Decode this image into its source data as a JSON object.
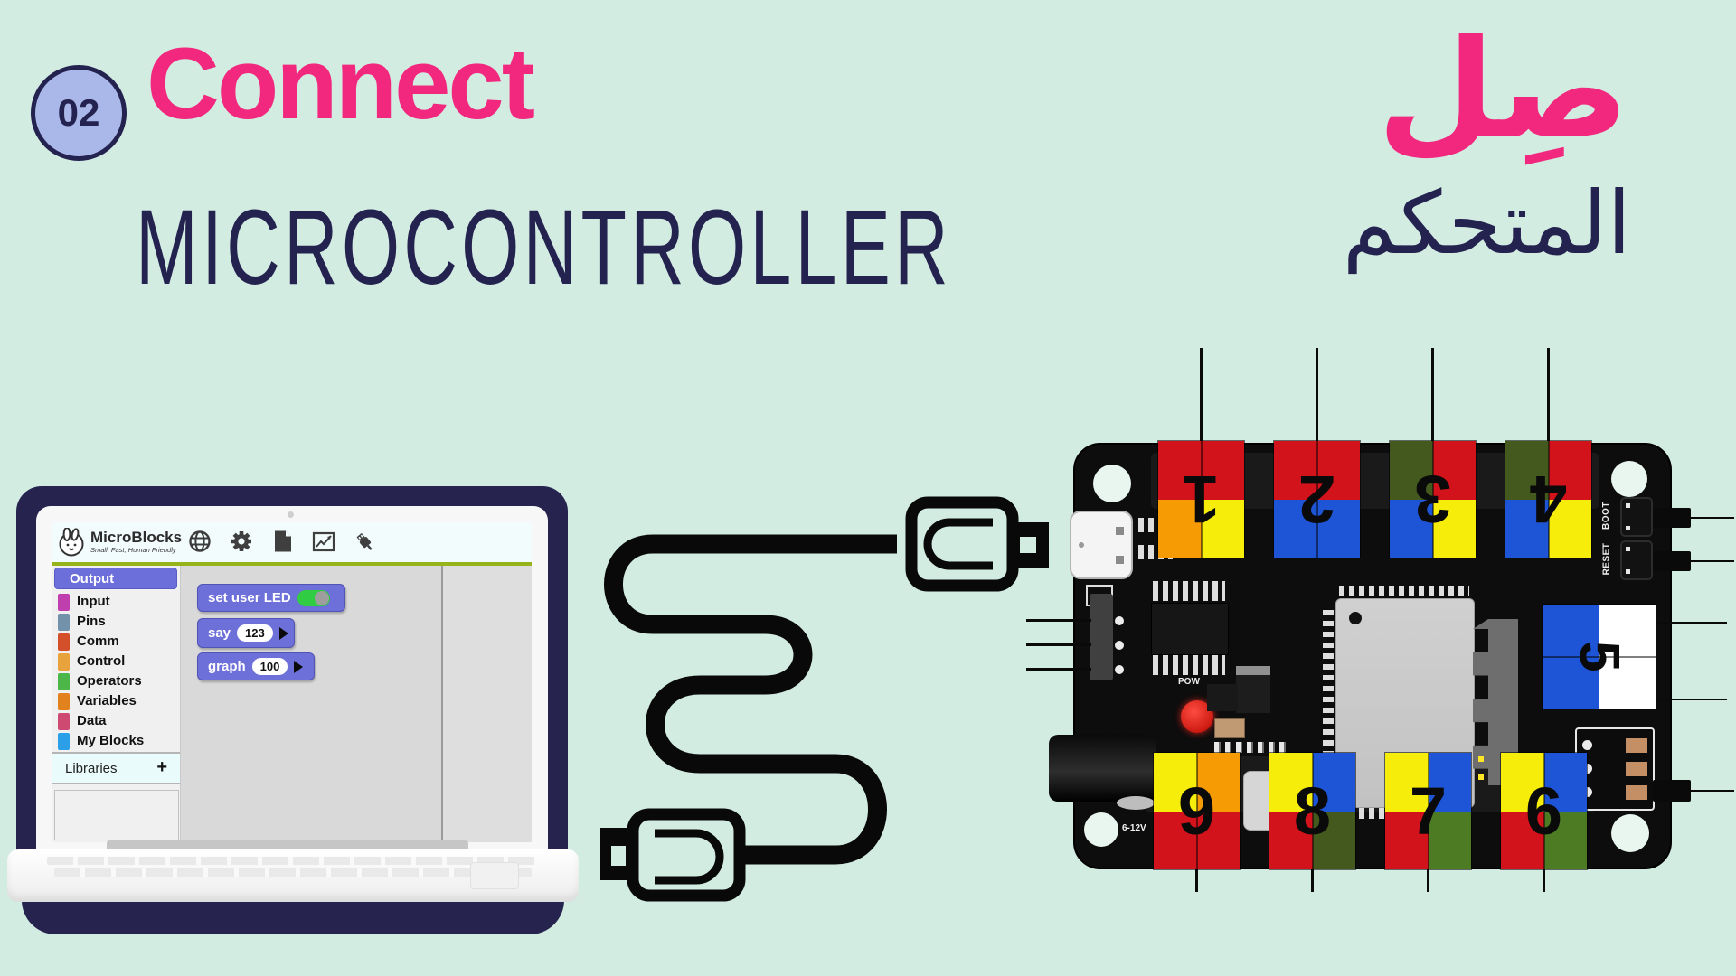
{
  "slide": {
    "badge": "02",
    "title": "Connect",
    "subtitle": "MICROCONTROLLER",
    "title_ar": "صِل",
    "subtitle_ar": "المتحكم"
  },
  "colors": {
    "background": "#d3ece2",
    "accent_pink": "#f2277e",
    "navy": "#24224f",
    "block_purple": "#6e70d9",
    "menu_green_bar": "#97b31c"
  },
  "microblocks": {
    "app_name": "MicroBlocks",
    "tagline": "Small, Fast, Human Friendly",
    "menu_icons": [
      "globe-icon",
      "gear-icon",
      "file-icon",
      "graph-icon",
      "usb-plug-icon"
    ],
    "selected_category": "Output",
    "categories": [
      {
        "label": "Output",
        "color": "#6c6ed9"
      },
      {
        "label": "Input",
        "color": "#bf3fae"
      },
      {
        "label": "Pins",
        "color": "#7391a8"
      },
      {
        "label": "Comm",
        "color": "#d4502a"
      },
      {
        "label": "Control",
        "color": "#e8a33c"
      },
      {
        "label": "Operators",
        "color": "#4db648"
      },
      {
        "label": "Variables",
        "color": "#e2821e"
      },
      {
        "label": "Data",
        "color": "#cf4a72"
      },
      {
        "label": "My Blocks",
        "color": "#2b9fe8"
      }
    ],
    "libraries_label": "Libraries",
    "libraries_add": "+",
    "palette_blocks": [
      {
        "label": "set user LED",
        "control": "toggle-on"
      },
      {
        "label": "say",
        "value": "123",
        "has_arrow": true
      },
      {
        "label": "graph",
        "value": "100",
        "has_arrow": true
      }
    ]
  },
  "board": {
    "power_led_label": "POW",
    "boot_label": "BOOT",
    "reset_label": "RESET",
    "voltage_label": "6-12V",
    "terminals": [
      {
        "num": "1",
        "tl": "#d3131b",
        "tr": "#d3131b",
        "bl": "#f79b04",
        "br": "#f6ee0a"
      },
      {
        "num": "2",
        "tl": "#d3131b",
        "tr": "#d3131b",
        "bl": "#1e55d6",
        "br": "#1e55d6"
      },
      {
        "num": "3",
        "tl": "#44591d",
        "tr": "#d3131b",
        "bl": "#1e55d6",
        "br": "#f6ee0a"
      },
      {
        "num": "4",
        "tl": "#44591d",
        "tr": "#d3131b",
        "bl": "#1e55d6",
        "br": "#f6ee0a"
      },
      {
        "num": "5",
        "tl": "#1e55d6",
        "tr": "#ffffff",
        "bl": "#1e55d6",
        "br": "#ffffff"
      },
      {
        "num": "6",
        "tl": "#f6ee0a",
        "tr": "#1e55d6",
        "bl": "#d3131b",
        "br": "#4d7b24"
      },
      {
        "num": "7",
        "tl": "#f6ee0a",
        "tr": "#1e55d6",
        "bl": "#d3131b",
        "br": "#4d7b24"
      },
      {
        "num": "8",
        "tl": "#f6ee0a",
        "tr": "#1e55d6",
        "bl": "#d3131b",
        "br": "#44591d"
      },
      {
        "num": "9",
        "tl": "#f6ee0a",
        "tr": "#f79b04",
        "bl": "#d3131b",
        "br": "#d3131b"
      }
    ]
  }
}
